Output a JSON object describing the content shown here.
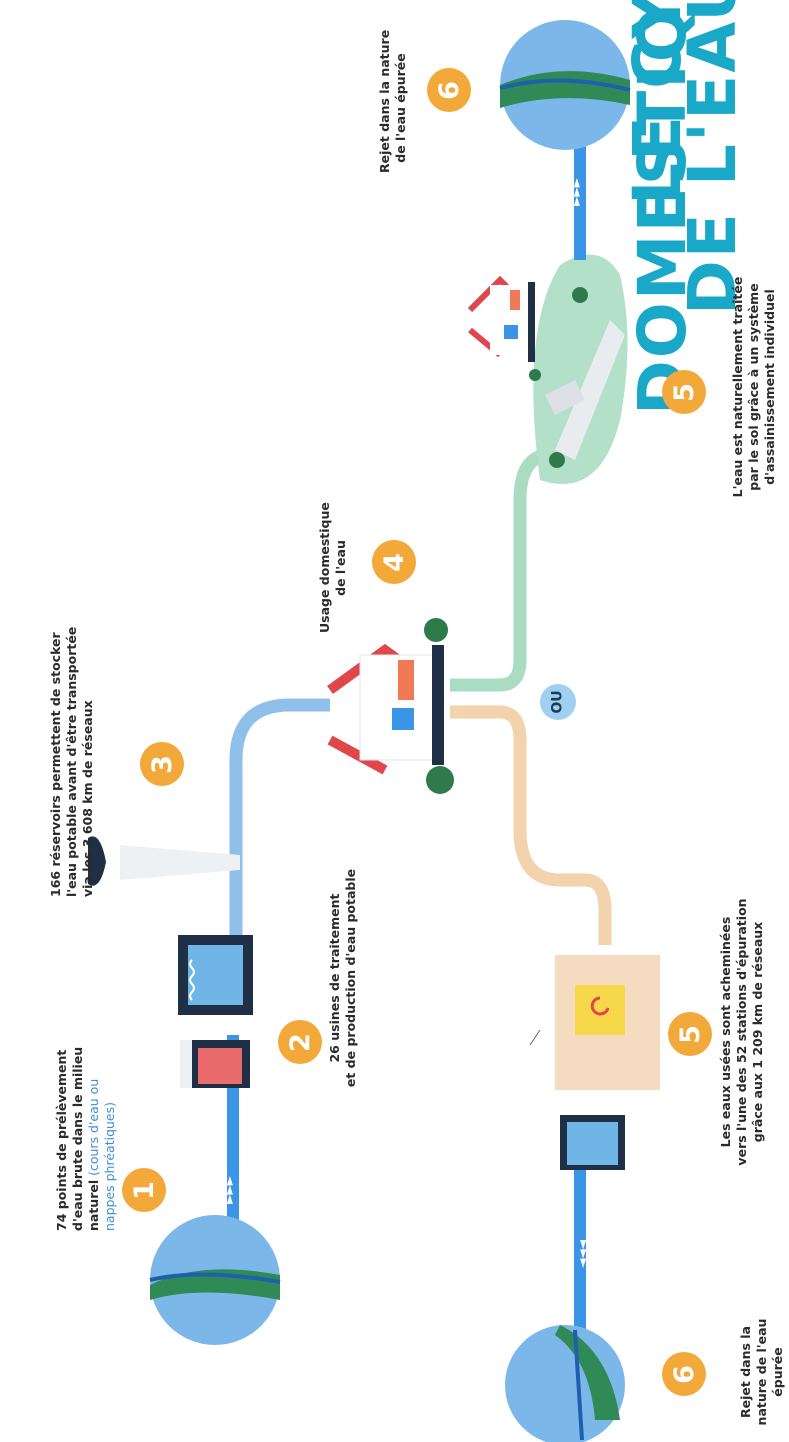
{
  "title": {
    "line1": "LE CYCLE",
    "line2": "DOMESTIQUE",
    "line3": "DE L'EAU"
  },
  "steps": [
    {
      "number": "1",
      "text_line1": "74 points de prélèvement",
      "text_line2": "d'eau brute dans le milieu",
      "text_line3_bold": "naturel",
      "text_line3_normal": " (cours d'eau ou",
      "text_line4": "nappes phréatiques)"
    },
    {
      "number": "2",
      "text_line1": "26 usines de traitement",
      "text_line2": "et de production d'eau potable"
    },
    {
      "number": "3",
      "text_line1": "166 réservoirs permettent de stocker",
      "text_line2": "l'eau potable avant d'être transportée",
      "text_line3": "via les 3 608 km de réseaux"
    },
    {
      "number": "4",
      "text_line1": "Usage domestique",
      "text_line2": "de l'eau"
    },
    {
      "number": "5",
      "text_line1": "L'eau est naturellement traitée",
      "text_line2": "par le sol grâce à un système",
      "text_line3": "d'assainissement individuel"
    },
    {
      "number": "6",
      "text_line1": "Rejet dans la nature",
      "text_line2": "de l'eau épurée"
    },
    {
      "number": "5",
      "text_line1": "Les eaux usées sont acheminées",
      "text_line2": "vers l'une des 52 stations d'épuration",
      "text_line3": "grâce aux 1 209 km de réseaux"
    },
    {
      "number": "6",
      "text_line1": "Rejet dans la",
      "text_line2": "nature de l'eau",
      "text_line3": "épurée"
    }
  ],
  "ou_label": "OU",
  "colors": {
    "title": "#1aa8c9",
    "badge": "#f3a93a",
    "pipe_blue": "#3a95e6",
    "pipe_light_blue": "#8fc0ea",
    "pipe_green": "#a9dcc0",
    "pipe_beige": "#f2d3ae",
    "roof": "#e0474c",
    "house_navy": "#1f2f45",
    "tree": "#2f7a4a"
  }
}
